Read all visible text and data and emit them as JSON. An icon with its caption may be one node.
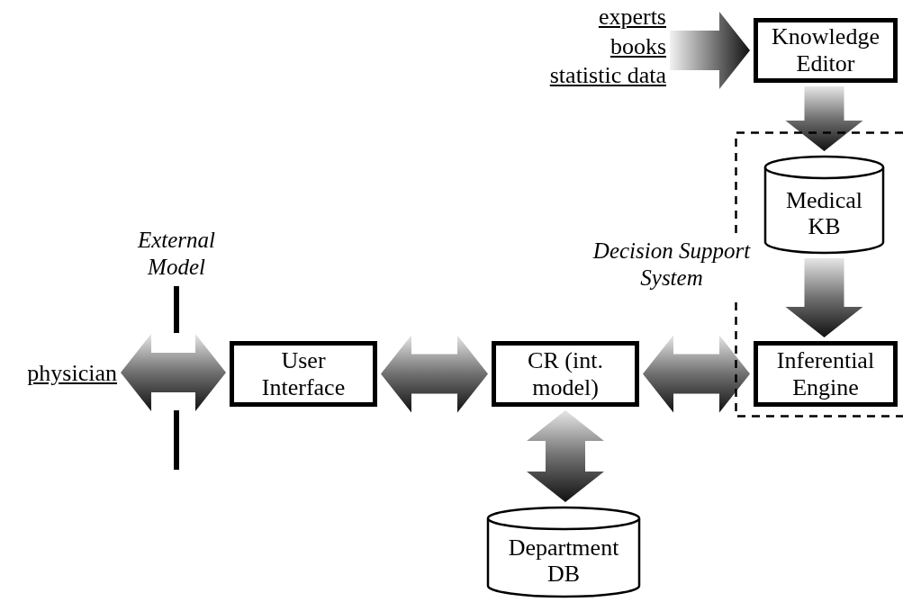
{
  "diagram": {
    "nodes": [
      {
        "text": [
          "physician"
        ]
      },
      {
        "text": [
          "User Interface"
        ]
      },
      {
        "text": [
          "CR (int. model)"
        ]
      },
      {
        "text": [
          "Department DB"
        ]
      },
      {
        "text": [
          "experts",
          "books",
          "statistic data"
        ]
      },
      {
        "text": [
          "Knowledge Editor"
        ]
      },
      {
        "text": [
          "Decision Support System"
        ]
      },
      {
        "text": [
          "Medical KB"
        ],
        "in": 6
      },
      {
        "text": [
          "Inferential Engine"
        ],
        "in": 6
      }
    ],
    "edges": [
      {
        "from": 0,
        "to": 1,
        "arrow": "both"
      },
      {
        "from": 1,
        "to": 2,
        "arrow": "both"
      },
      {
        "from": 2,
        "to": 8,
        "arrow": "both"
      },
      {
        "from": 2,
        "to": 3,
        "arrow": "both"
      },
      {
        "from": 4,
        "to": 5,
        "arrow": "to"
      },
      {
        "from": 5,
        "to": 7,
        "arrow": "to"
      },
      {
        "from": 7,
        "to": 8,
        "arrow": "to"
      }
    ],
    "labels": [
      "External Model"
    ]
  }
}
